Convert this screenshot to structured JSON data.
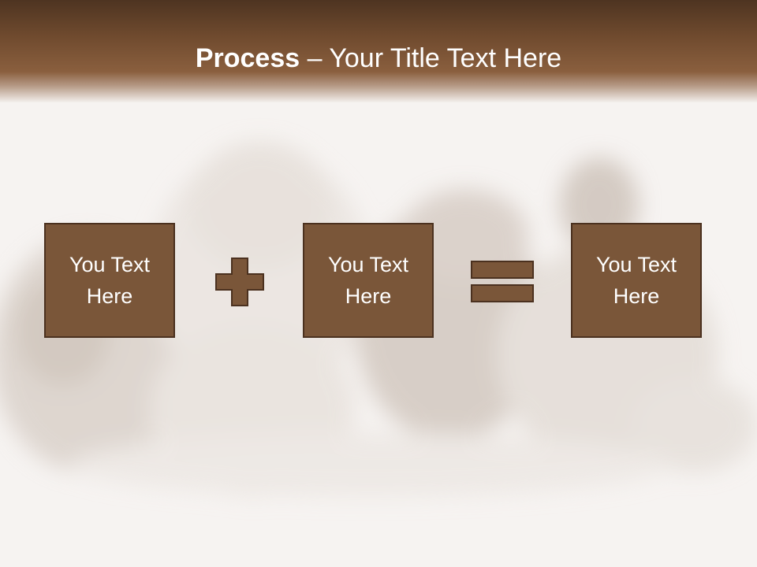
{
  "slide": {
    "title_bold": "Process",
    "title_rest": " – Your Title Text Here"
  },
  "boxes": [
    {
      "text": "You Text Here"
    },
    {
      "text": "You Text Here"
    },
    {
      "text": "You Text Here"
    }
  ],
  "operators": [
    "plus",
    "equals"
  ],
  "colors": {
    "header_dark": "#4e3421",
    "header_mid": "#8a5f3e",
    "box_fill": "#7a5639",
    "box_border": "#4b311f",
    "title_text": "#ffffff"
  },
  "background": {
    "icon": "kittens-photo"
  }
}
